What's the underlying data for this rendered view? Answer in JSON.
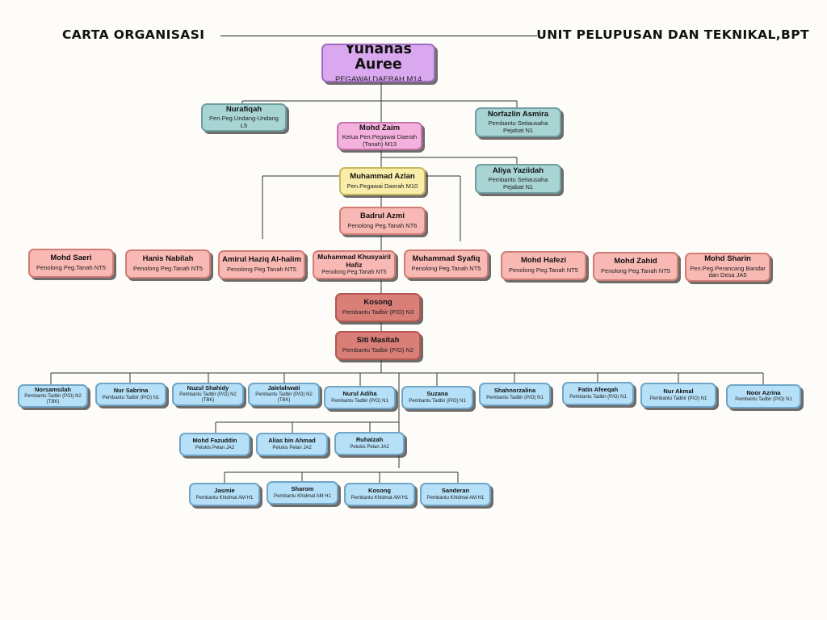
{
  "header": {
    "left_title": "CARTA ORGANISASI",
    "right_title": "UNIT PELUPUSAN DAN TEKNIKAL,BPT"
  },
  "nodes": [
    {
      "name": "Yuhanas Auree",
      "role": "PEGAWAI DAERAH M14",
      "color": "purple"
    },
    {
      "name": "Nurafiqah",
      "role": "Pen.Peg.Undang-Undang L5",
      "color": "teal"
    },
    {
      "name": "Mohd Zaim",
      "role": "Ketua Pen.Pegawai Daerah (Tanah) M13",
      "color": "pink"
    },
    {
      "name": "Norfazlin Asmira",
      "role": "Pembantu Setiausaha Pejabat N1",
      "color": "teal"
    },
    {
      "name": "Aliya Yaziidah",
      "role": "Pembantu Setiausaha Pejabat N1",
      "color": "teal"
    },
    {
      "name": "Muhammad Azlan",
      "role": "Pen.Pegawai Daerah M10",
      "color": "yellow"
    },
    {
      "name": "Badrul Azmi",
      "role": "Penolong Peg.Tanah NT6",
      "color": "salmon"
    },
    {
      "name": "Mohd Saeri",
      "role": "Penolong Peg.Tanah NT5",
      "color": "salmon"
    },
    {
      "name": "Hanis Nabilah",
      "role": "Penolong Peg.Tanah NT5",
      "color": "salmon"
    },
    {
      "name": "Amirul Haziq Al-halim",
      "role": "Penolong Peg.Tanah NT5",
      "color": "salmon"
    },
    {
      "name": "Muhammad Khusyairil Hafiz",
      "role": "Penolong Peg.Tanah NT5",
      "color": "salmon"
    },
    {
      "name": "Muhammad Syafiq",
      "role": "Penolong Peg.Tanah NT5",
      "color": "salmon"
    },
    {
      "name": "Mohd Hafezi",
      "role": "Penolong Peg.Tanah NT5",
      "color": "salmon"
    },
    {
      "name": "Mohd Zahid",
      "role": "Penolong Peg.Tanah NT5",
      "color": "salmon"
    },
    {
      "name": "Mohd Sharin",
      "role": "Pen.Peg.Perancang Bandar dan Desa JA5",
      "color": "salmon"
    },
    {
      "name": "Kosong",
      "role": "Pembantu Tadbir (P/O) N3",
      "color": "red"
    },
    {
      "name": "Siti Masitah",
      "role": "Pembantu Tadbir (P/O) N2",
      "color": "red"
    },
    {
      "name": "Norsamsilah",
      "role": "Pembantu Tadbir (P/O) N2 (TBK)",
      "color": "blue"
    },
    {
      "name": "Nur Sabrina",
      "role": "Pembantu Tadbir (P/O) N1",
      "color": "blue"
    },
    {
      "name": "Nuzul Shahidy",
      "role": "Pembantu Tadbir (P/O) N2 (TBK)",
      "color": "blue"
    },
    {
      "name": "Jalelahwati",
      "role": "Pembantu Tadbir (P/O) N2 (TBK)",
      "color": "blue"
    },
    {
      "name": "Nurul Adiha",
      "role": "Pembantu Tadbir (P/O) N1",
      "color": "blue"
    },
    {
      "name": "Suzana",
      "role": "Pembantu Tadbir (P/O) N1",
      "color": "blue"
    },
    {
      "name": "Shahnorzalina",
      "role": "Pembantu Tadbir (P/O) N1",
      "color": "blue"
    },
    {
      "name": "Fatin Afeeqah",
      "role": "Pembantu Tadbir (P/O) N1",
      "color": "blue"
    },
    {
      "name": "Nur Akmal",
      "role": "Pembantu Tadbir (P/O) N1",
      "color": "blue"
    },
    {
      "name": "Noor Azrina",
      "role": "Pembantu Tadbir (P/O) N1",
      "color": "blue"
    },
    {
      "name": "Mohd Fazuddin",
      "role": "Pelukis Pelan JA2",
      "color": "blue"
    },
    {
      "name": "Alias bin Ahmad",
      "role": "Pelukis Pelan JA2",
      "color": "blue"
    },
    {
      "name": "Ruhaizah",
      "role": "Pelukis Pelan JA2",
      "color": "blue"
    },
    {
      "name": "Jasmie",
      "role": "Pembantu Khidmat AM H1",
      "color": "blue"
    },
    {
      "name": "Sharom",
      "role": "Pembantu Khidmat AM H1",
      "color": "blue"
    },
    {
      "name": "Kosong",
      "role": "Pembantu Khidmat AM H1",
      "color": "blue"
    },
    {
      "name": "Sanderan",
      "role": "Pembantu Khidmat AM H1",
      "color": "blue"
    }
  ],
  "colors": {
    "purple": "#d9a8ef",
    "pink": "#f5b1de",
    "teal": "#a8d4d4",
    "yellow": "#f8eeaa",
    "salmon": "#f8b8b3",
    "red": "#d97f78",
    "blue": "#b6e0f7",
    "line": "#333333"
  }
}
